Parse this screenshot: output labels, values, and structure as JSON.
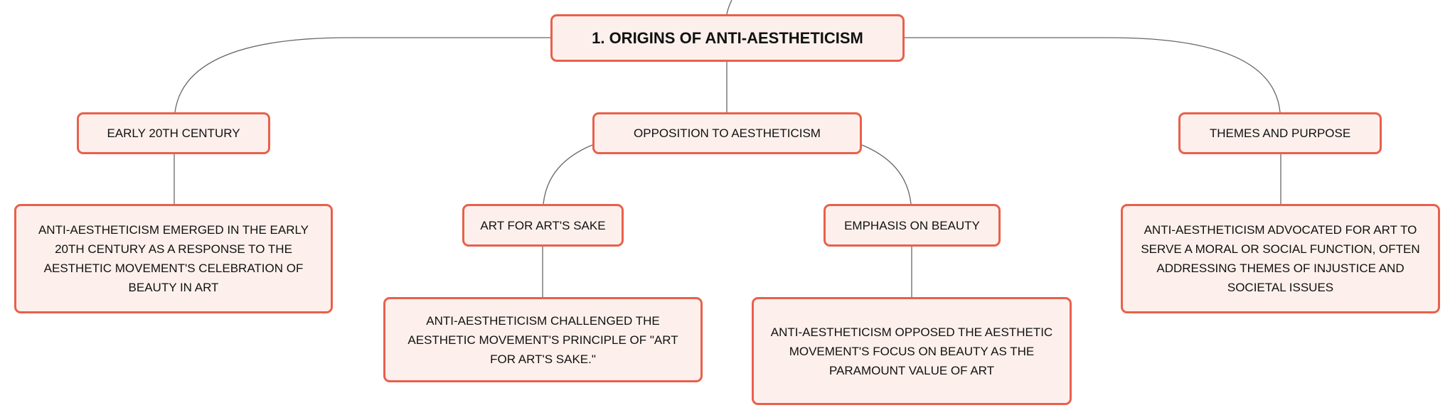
{
  "root": {
    "label": "1. ORIGINS OF ANTI-AESTHETICISM"
  },
  "branches": [
    {
      "label": "EARLY 20TH CENTURY",
      "detail": "ANTI-AESTHETICISM EMERGED IN THE EARLY 20TH CENTURY AS A RESPONSE TO THE AESTHETIC MOVEMENT'S CELEBRATION OF BEAUTY IN ART"
    },
    {
      "label": "OPPOSITION TO AESTHETICISM",
      "children": [
        {
          "label": "ART FOR ART'S SAKE",
          "detail": "ANTI-AESTHETICISM CHALLENGED THE AESTHETIC MOVEMENT'S PRINCIPLE OF \"ART FOR ART'S SAKE.\""
        },
        {
          "label": "EMPHASIS ON BEAUTY",
          "detail": "ANTI-AESTHETICISM OPPOSED THE AESTHETIC MOVEMENT'S FOCUS ON BEAUTY AS THE PARAMOUNT VALUE OF ART"
        }
      ]
    },
    {
      "label": "THEMES AND PURPOSE",
      "detail": "ANTI-AESTHETICISM ADVOCATED FOR ART TO SERVE A MORAL OR SOCIAL FUNCTION, OFTEN ADDRESSING THEMES OF INJUSTICE AND SOCIETAL ISSUES"
    }
  ]
}
